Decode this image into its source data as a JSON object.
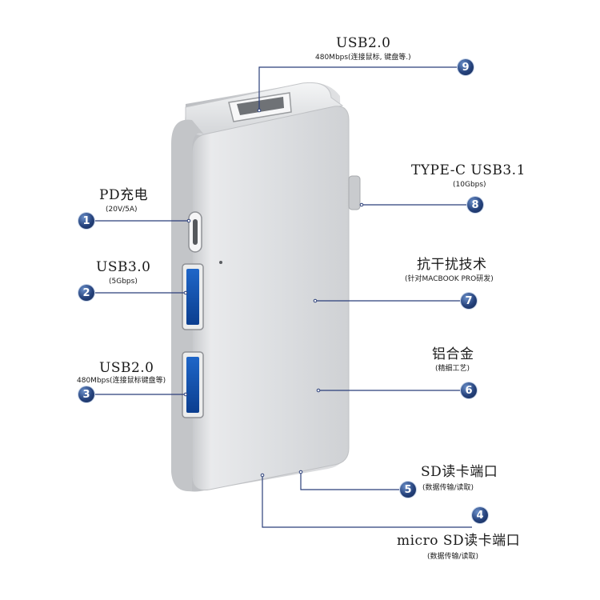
{
  "callouts": [
    {
      "number": "9",
      "title": "USB2.0",
      "subtitle": "480Mbps(连接鼠标, 键盘等.)"
    },
    {
      "number": "8",
      "title": "TYPE-C USB3.1",
      "subtitle": "(10Gbps)"
    },
    {
      "number": "1",
      "title": "PD充电",
      "subtitle": "(20V/5A)"
    },
    {
      "number": "2",
      "title": "USB3.0",
      "subtitle": "(5Gbps)"
    },
    {
      "number": "7",
      "title": "抗干扰技术",
      "subtitle": "(针对MACBOOK PRO研发)"
    },
    {
      "number": "6",
      "title": "铝合金",
      "subtitle": "(精细工艺)"
    },
    {
      "number": "3",
      "title": "USB2.0",
      "subtitle": "480Mbps(连接鼠标键盘等)"
    },
    {
      "number": "5",
      "title": "SD读卡端口",
      "subtitle": "(数据传输/读取)"
    },
    {
      "number": "4",
      "title": "micro SD读卡端口",
      "subtitle": "(数据传输/读取)"
    }
  ],
  "colors": {
    "badge": "#25427c",
    "leader_line": "#2b3f7a",
    "body": "#d9dbde"
  }
}
